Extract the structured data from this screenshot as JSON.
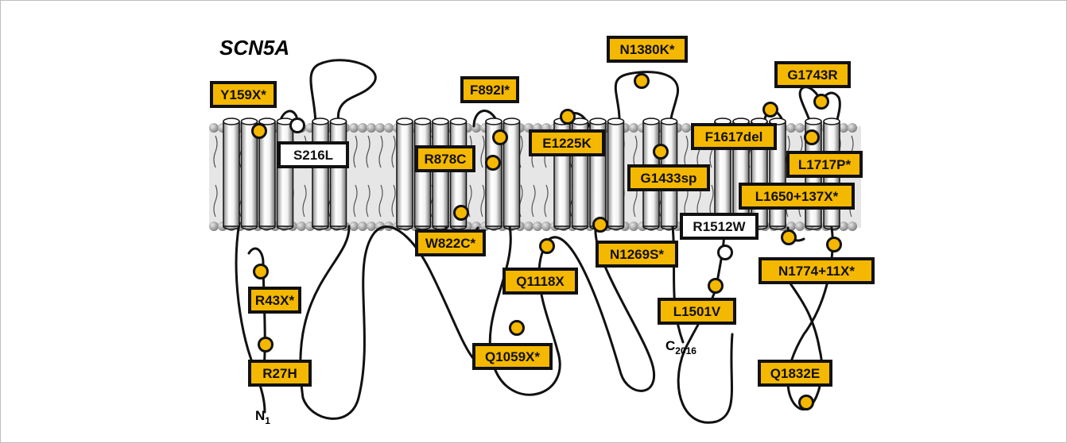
{
  "figure": {
    "gene": "SCN5A",
    "n_terminus": {
      "letter": "N",
      "position": "1"
    },
    "c_terminus": {
      "letter": "C",
      "position": "2016"
    }
  },
  "colors": {
    "mutation_highlight": "#f5b800",
    "mutation_plain": "#ffffff",
    "outline": "#111111",
    "membrane_band": "#e6e6e6",
    "lipid_head": "#9a9a9a"
  },
  "mutations": [
    {
      "label": "Y159X*",
      "style": "highlight"
    },
    {
      "label": "S216L",
      "style": "plain"
    },
    {
      "label": "R43X*",
      "style": "highlight"
    },
    {
      "label": "R27H",
      "style": "highlight"
    },
    {
      "label": "F892I*",
      "style": "highlight"
    },
    {
      "label": "R878C",
      "style": "highlight"
    },
    {
      "label": "W822C*",
      "style": "highlight"
    },
    {
      "label": "E1225K",
      "style": "highlight"
    },
    {
      "label": "Q1118X",
      "style": "highlight"
    },
    {
      "label": "Q1059X*",
      "style": "highlight"
    },
    {
      "label": "N1380K*",
      "style": "highlight"
    },
    {
      "label": "N1269S*",
      "style": "highlight"
    },
    {
      "label": "G1433sp",
      "style": "highlight"
    },
    {
      "label": "G1743R",
      "style": "highlight"
    },
    {
      "label": "F1617del",
      "style": "highlight"
    },
    {
      "label": "L1717P*",
      "style": "highlight"
    },
    {
      "label": "L1650+137X*",
      "style": "highlight"
    },
    {
      "label": "R1512W",
      "style": "plain"
    },
    {
      "label": "N1774+11X*",
      "style": "highlight"
    },
    {
      "label": "L1501V",
      "style": "highlight"
    },
    {
      "label": "Q1832E",
      "style": "highlight"
    }
  ]
}
